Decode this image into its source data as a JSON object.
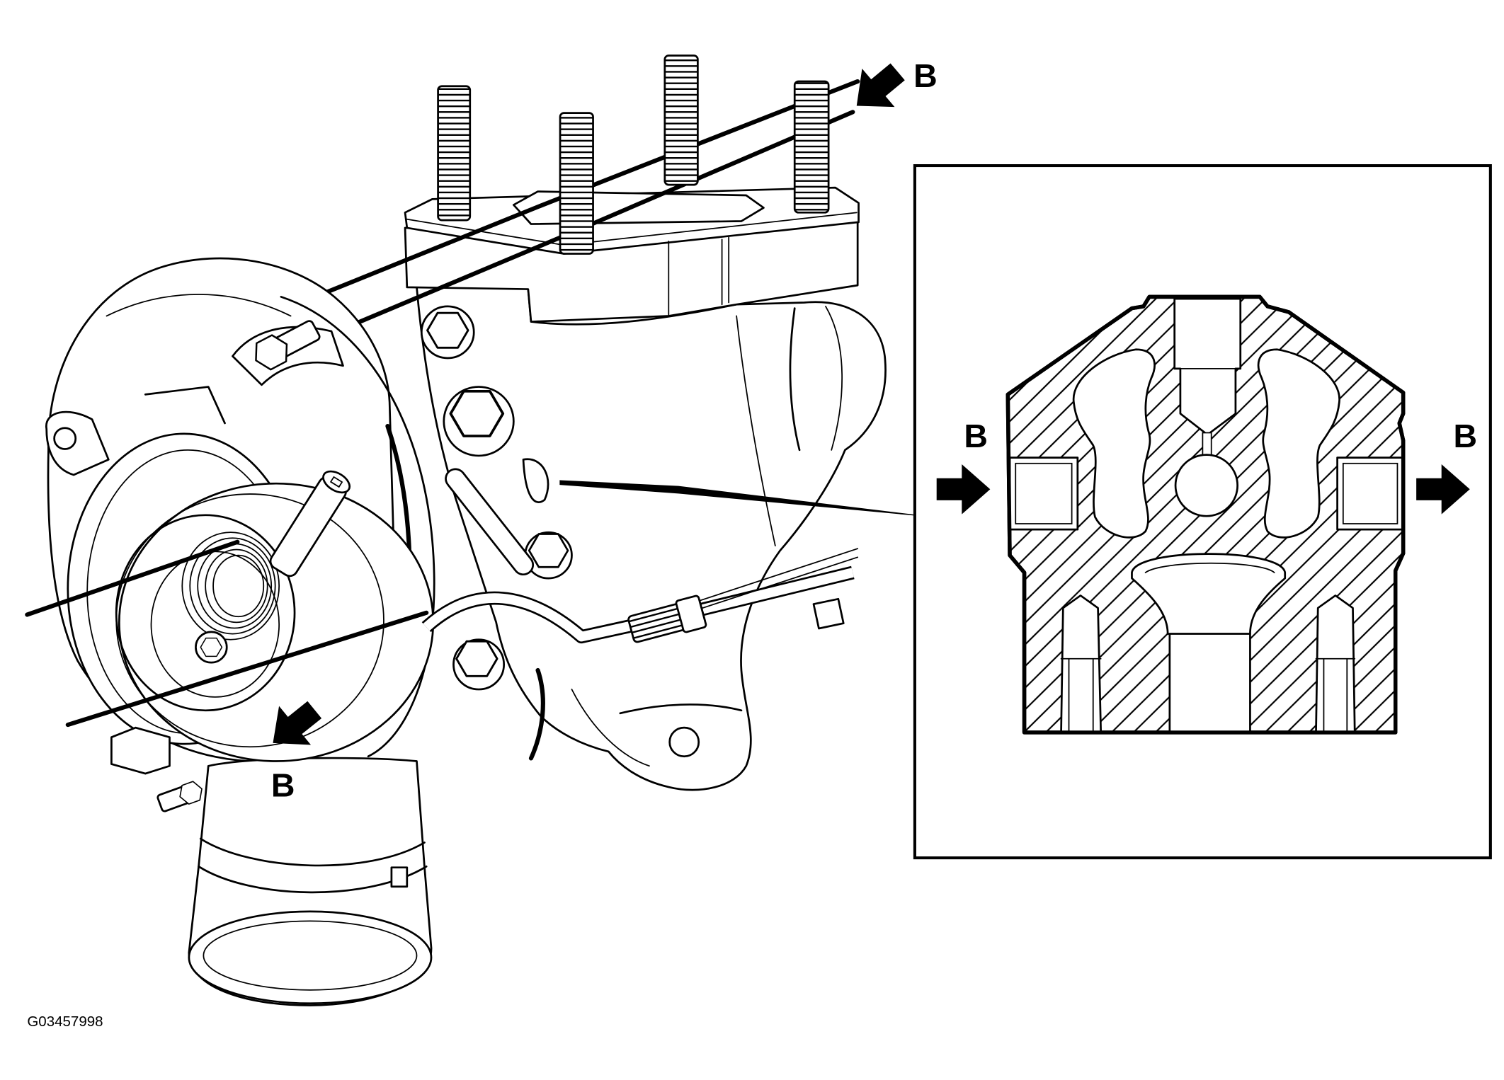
{
  "figure": {
    "id_label": "G03457998"
  },
  "labels": {
    "section_arrow_top": "B",
    "section_arrow_bottom": "B",
    "inset_arrow_left": "B",
    "inset_arrow_right": "B"
  }
}
